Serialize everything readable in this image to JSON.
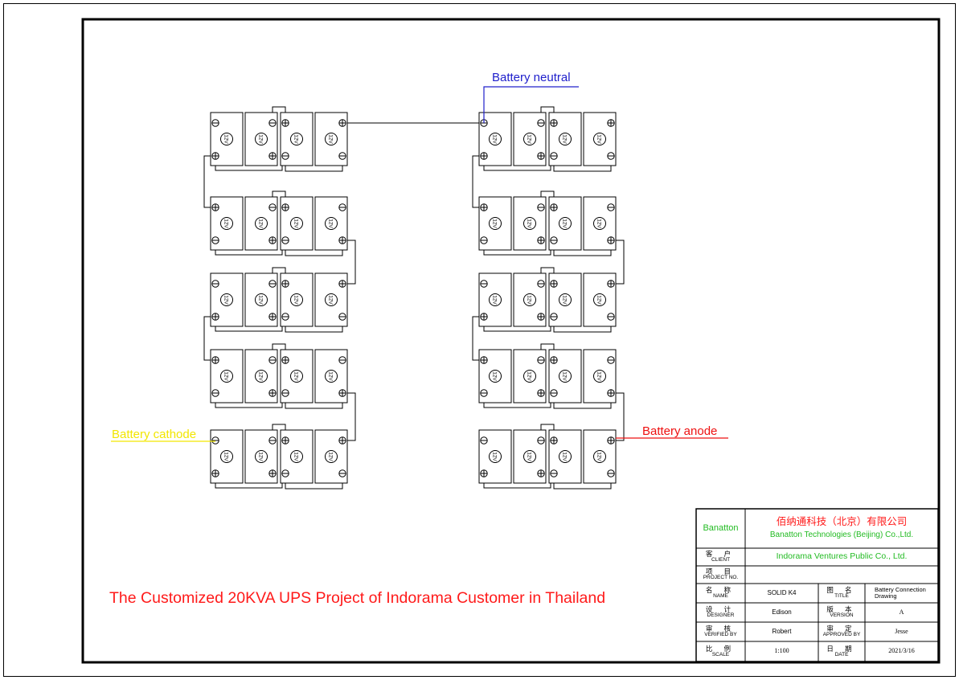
{
  "labels": {
    "neutral": "Battery neutral",
    "cathode": "Battery cathode",
    "anode": "Battery anode"
  },
  "title": "The Customized 20KVA UPS Project of Indorama Customer in Thailand",
  "title_block": {
    "logo": "Banatton",
    "company_cn": "佰纳通科技（北京）有限公司",
    "company_en": "Banatton Technologies (Beijing) Co.,Ltd.",
    "client_cn": "客 户",
    "client_en": "CLIENT",
    "client_value": "Indorama Ventures Public Co., Ltd.",
    "project_cn": "项 目",
    "project_en": "PROJECT NO.",
    "project_value": "",
    "name_cn": "名 称",
    "name_en": "NAME",
    "name_value": "SOLID K4",
    "title_cn": "图 名",
    "title_en": "TITLE",
    "title_value": "Battery Connection Drawing",
    "designer_cn": "设 计",
    "designer_en": "DESIGNER",
    "designer_value": "Edison",
    "version_cn": "版 本",
    "version_en": "VERSION",
    "version_value": "A",
    "verified_cn": "审 核",
    "verified_en": "VERIFIED BY",
    "verified_value": "Robert",
    "approved_cn": "审 定",
    "approved_en": "APPROVED BY",
    "approved_value": "Jesse",
    "scale_cn": "比 例",
    "scale_en": "SCALE",
    "scale_value": "1:100",
    "date_cn": "日 期",
    "date_en": "DATE",
    "date_value": "2021/3/16"
  },
  "colors": {
    "neutral": "#2020cc",
    "cathode": "#f2e600",
    "anode": "#ee1111",
    "title": "#ff1a1a",
    "company": "#ff1a1a",
    "green": "#22bb22"
  },
  "battery_bank": {
    "rows": 5,
    "blocks_per_row": 4,
    "banks": 2,
    "battery_labels": [
      "12V",
      "12V",
      "12V",
      "12V"
    ]
  }
}
